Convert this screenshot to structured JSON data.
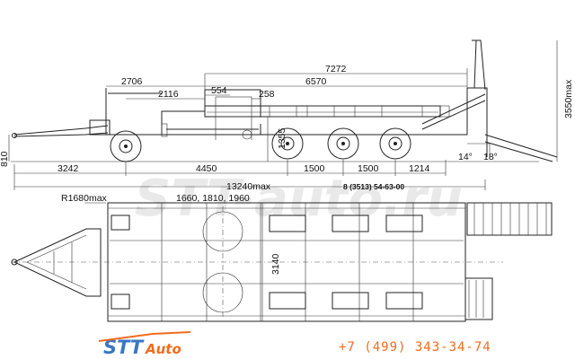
{
  "drawing": {
    "side_view": {
      "length_total": "7272",
      "length_platform": "6570",
      "dim_2706": "2706",
      "dim_2116": "2116",
      "dim_554": "554",
      "dim_258": "258",
      "height_max": "3550max",
      "height_1355": "1355",
      "height_810": "810",
      "dim_3242": "3242",
      "dim_4450": "4450",
      "dim_1500a": "1500",
      "dim_1500b": "1500",
      "dim_1214": "1214",
      "angle_14": "14°",
      "angle_18": "18°",
      "overall_length": "13240max",
      "model": "8 (3513) 54-63-00"
    },
    "top_view": {
      "turn_radius": "R1680max",
      "width_options": "1660, 1810, 1960",
      "width_3140": "3140"
    }
  },
  "branding": {
    "logo_main": "STT",
    "logo_sub": "Auto",
    "phone": "+7 (499) 343-34-74",
    "watermark": "STT-auto.ru"
  },
  "colors": {
    "logo_blue": "#3a77c4",
    "accent_orange": "#f26b1d",
    "line": "#222222"
  }
}
